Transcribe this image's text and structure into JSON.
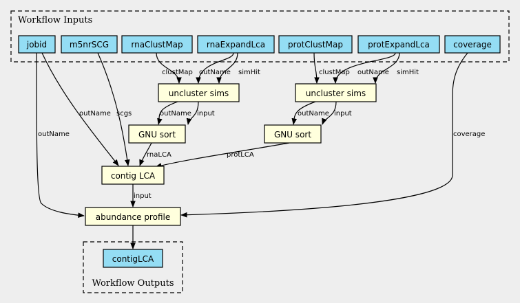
{
  "clusters": {
    "inputs": {
      "title": "Workflow Inputs"
    },
    "outputs": {
      "title": "Workflow Outputs"
    }
  },
  "inputs": {
    "jobid": "jobid",
    "m5nrSCG": "m5nrSCG",
    "rnaClustMap": "rnaClustMap",
    "rnaExpandLca": "rnaExpandLca",
    "protClustMap": "protClustMap",
    "protExpandLca": "protExpandLca",
    "coverage": "coverage"
  },
  "steps": {
    "rna_uncluster": "uncluster sims",
    "prot_uncluster": "uncluster sims",
    "rna_sort": "GNU sort",
    "prot_sort": "GNU sort",
    "contig_lca": "contig LCA",
    "abundance": "abundance profile"
  },
  "outputs": {
    "contigLCA": "contigLCA"
  },
  "edge_labels": {
    "rna_clustMap": "clustMap",
    "rna_outName": "outName",
    "rna_simHit": "simHit",
    "prot_clustMap": "clustMap",
    "prot_outName": "outName",
    "prot_simHit": "simHit",
    "rna_sort_outName": "outName",
    "rna_sort_input": "input",
    "prot_sort_outName": "outName",
    "prot_sort_input": "input",
    "lca_outName": "outName",
    "lca_scgs": "scgs",
    "lca_rnaLCA": "rnaLCA",
    "lca_protLCA": "protLCA",
    "abund_outName": "outName",
    "abund_input": "input",
    "abund_coverage": "coverage"
  },
  "colors": {
    "input_fill": "#94ddf4",
    "step_fill": "#ffffdd",
    "stroke": "#000000",
    "background": "#eeeeee"
  }
}
